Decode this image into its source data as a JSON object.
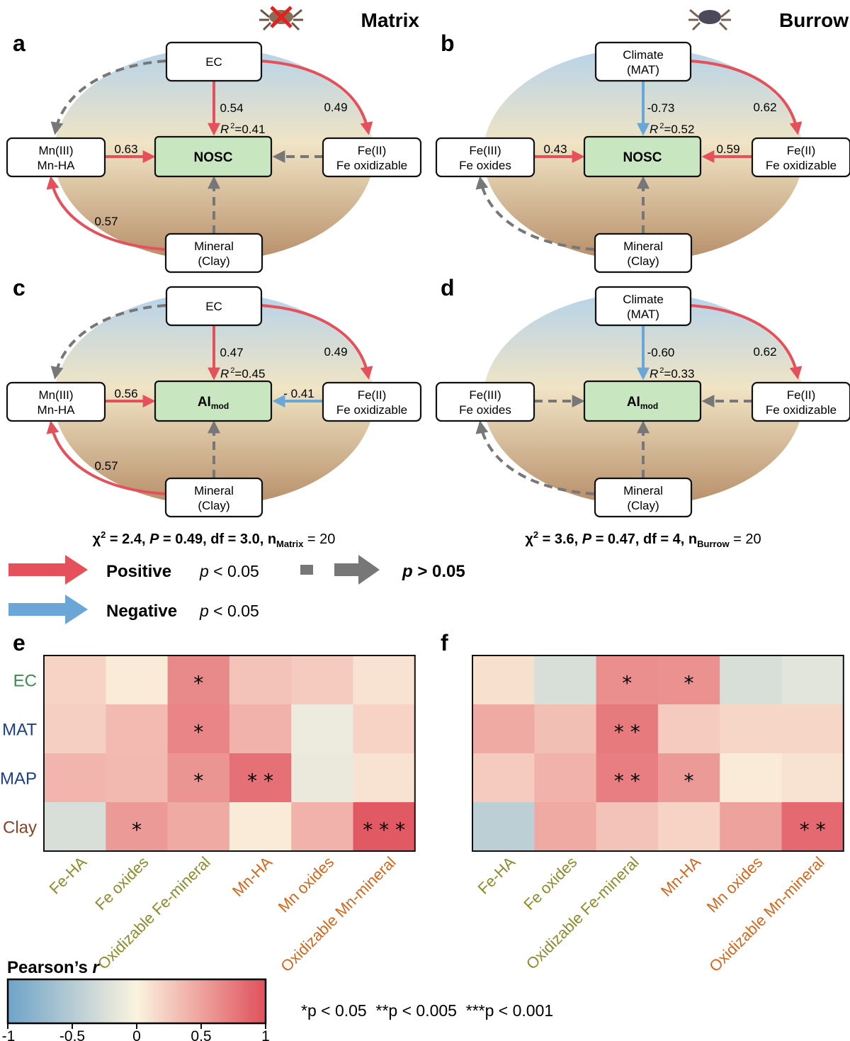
{
  "headers": {
    "matrix": "Matrix",
    "burrow": "Burrow"
  },
  "panel_labels": [
    "a",
    "b",
    "c",
    "d",
    "e",
    "f"
  ],
  "colors": {
    "positive": "#e5515a",
    "negative": "#6aa6d6",
    "nonsig": "#777777",
    "node_center_fill": "#c8e6bf",
    "bg_top": "#b7d4ea",
    "bg_mid": "#efe3c5",
    "bg_bottom": "#b88f6a",
    "heat_neg": "#6fa3c8",
    "heat_zero": "#fbf3df",
    "heat_pos": "#e0515c",
    "ec_label": "#3d8a55",
    "climate_label": "#1f3e8c",
    "clay_label": "#8a4323",
    "fe_label": "#8b8b2b",
    "mn_label": "#d3661a"
  },
  "sem": {
    "a": {
      "top": [
        "EC"
      ],
      "left": [
        "Mn(III)",
        "Mn-HA"
      ],
      "right": [
        "Fe(II)",
        "Fe oxidizable"
      ],
      "bottom": [
        "Mineral",
        "(Clay)"
      ],
      "center": "NOSC",
      "center_sub": "",
      "r2": "=0.41",
      "coef_top": "0.54",
      "coef_top_right": "0.49",
      "coef_left": "0.63",
      "coef_right": "",
      "coef_bottom_left": "0.57"
    },
    "b": {
      "top": [
        "Climate",
        "(MAT)"
      ],
      "left": [
        "Fe(III)",
        "Fe oxides"
      ],
      "right": [
        "Fe(II)",
        "Fe oxidizable"
      ],
      "bottom": [
        "Mineral",
        "(Clay)"
      ],
      "center": "NOSC",
      "center_sub": "",
      "r2": "=0.52",
      "coef_top": "-0.73",
      "coef_top_right": "0.62",
      "coef_left": "0.43",
      "coef_right": "0.59",
      "coef_bottom_left": ""
    },
    "c": {
      "top": [
        "EC"
      ],
      "left": [
        "Mn(III)",
        "Mn-HA"
      ],
      "right": [
        "Fe(II)",
        "Fe oxidizable"
      ],
      "bottom": [
        "Mineral",
        "(Clay)"
      ],
      "center": "AI",
      "center_sub": "mod",
      "r2": "=0.45",
      "coef_top": "0.47",
      "coef_top_right": "0.49",
      "coef_left": "0.56",
      "coef_right": "- 0.41",
      "coef_bottom_left": "0.57"
    },
    "d": {
      "top": [
        "Climate",
        "(MAT)"
      ],
      "left": [
        "Fe(III)",
        "Fe oxides"
      ],
      "right": [
        "Fe(II)",
        "Fe oxidizable"
      ],
      "bottom": [
        "Mineral",
        "(Clay)"
      ],
      "center": "AI",
      "center_sub": "mod",
      "r2": "=0.33",
      "coef_top": "-0.60",
      "coef_top_right": "0.62",
      "coef_left": "",
      "coef_right": "",
      "coef_bottom_left": ""
    },
    "r2_symbol": "R",
    "r2_exp": "2"
  },
  "stats": {
    "matrix": {
      "chi": "χ",
      "chi_exp": "2",
      "chi_val": " = 2.4, ",
      "p": "P",
      "p_val": " = 0.49, df = 3.0, n",
      "n_sub": "Matrix",
      "n_val": " = 20"
    },
    "burrow": {
      "chi": "χ",
      "chi_exp": "2",
      "chi_val": " = 3.6, ",
      "p": "P",
      "p_val": " = 0.47, df = 4, n",
      "n_sub": "Burrow",
      "n_val": " = 20"
    }
  },
  "legend": {
    "positive": "Positive",
    "negative": "Negative",
    "sig_p": "p",
    "sig_rest": " < 0.05",
    "nonsig_p": "p",
    "nonsig_rest": " > 0.05"
  },
  "heatmap": {
    "rows": [
      "EC",
      "MAT",
      "MAP",
      "Clay"
    ],
    "columns": [
      "Fe-HA",
      "Fe oxides",
      "Oxidizable Fe-mineral",
      "Mn-HA",
      "Mn oxides",
      "Oxidizable Mn-mineral"
    ],
    "e": {
      "r": [
        [
          0.2,
          0.05,
          0.65,
          0.3,
          0.25,
          0.1
        ],
        [
          0.22,
          0.35,
          0.68,
          0.4,
          -0.1,
          0.2
        ],
        [
          0.38,
          0.36,
          0.58,
          0.8,
          -0.12,
          0.1
        ],
        [
          -0.25,
          0.55,
          0.45,
          0.05,
          0.4,
          0.95
        ]
      ],
      "stars": [
        [
          "",
          "",
          "*",
          "",
          "",
          ""
        ],
        [
          "",
          "",
          "*",
          "",
          "",
          ""
        ],
        [
          "",
          "",
          "*",
          "**",
          "",
          ""
        ],
        [
          "",
          "*",
          "",
          "",
          "",
          "***"
        ]
      ]
    },
    "f": {
      "r": [
        [
          0.12,
          -0.25,
          0.62,
          0.6,
          -0.25,
          -0.18
        ],
        [
          0.45,
          0.32,
          0.75,
          0.25,
          0.18,
          0.18
        ],
        [
          0.25,
          0.4,
          0.72,
          0.55,
          0.05,
          0.1
        ],
        [
          -0.45,
          0.45,
          0.3,
          0.2,
          0.5,
          0.85
        ]
      ],
      "stars": [
        [
          "",
          "",
          "*",
          "*",
          "",
          ""
        ],
        [
          "",
          "",
          "**",
          "",
          "",
          ""
        ],
        [
          "",
          "",
          "**",
          "*",
          "",
          ""
        ],
        [
          "",
          "",
          "",
          "",
          "",
          "**"
        ]
      ]
    },
    "colorbar": {
      "title": "Pearson’s ",
      "title_var": "r",
      "ticks": [
        "-1",
        "-0.5",
        "0",
        "0.5",
        "1"
      ],
      "tick_values": [
        -1,
        -0.5,
        0,
        0.5,
        1
      ],
      "range": [
        -1,
        1
      ]
    },
    "sig_note": "*p < 0.05  **p < 0.005  ***p < 0.001"
  }
}
